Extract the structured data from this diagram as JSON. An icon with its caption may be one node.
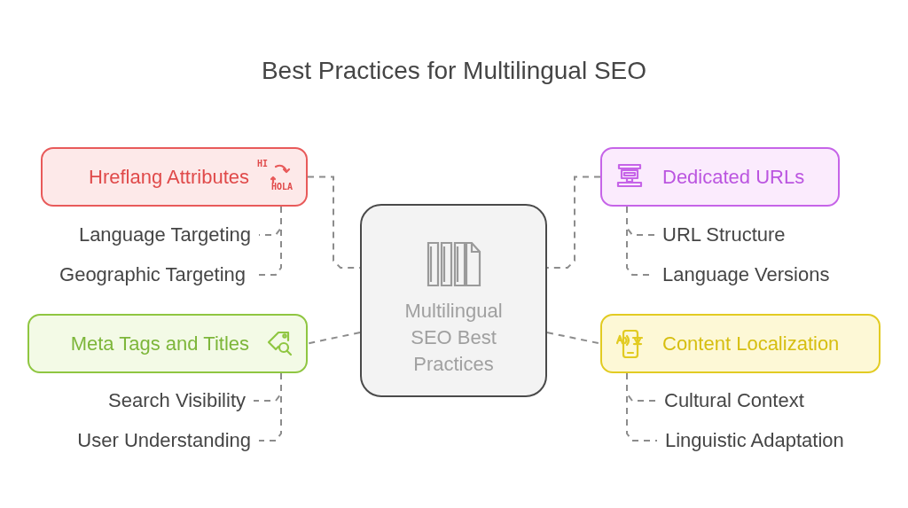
{
  "diagram": {
    "title": "Best Practices for Multilingual SEO",
    "nodes": [
      {
        "text": [
          "Multilingual SEO Best Practices"
        ]
      },
      {
        "text": [
          "Hreflang Attributes"
        ]
      },
      {
        "text": [
          "Language Targeting"
        ]
      },
      {
        "text": [
          "Geographic Targeting"
        ]
      },
      {
        "text": [
          "Meta Tags and Titles"
        ]
      },
      {
        "text": [
          "Search Visibility"
        ]
      },
      {
        "text": [
          "User Understanding"
        ]
      },
      {
        "text": [
          "Dedicated URLs"
        ]
      },
      {
        "text": [
          "URL Structure"
        ]
      },
      {
        "text": [
          "Language Versions"
        ]
      },
      {
        "text": [
          "Content Localization"
        ]
      },
      {
        "text": [
          "Cultural Context"
        ]
      },
      {
        "text": [
          "Linguistic Adaptation"
        ]
      }
    ],
    "edges": [
      {
        "from": 0,
        "to": 1,
        "arrow": "none",
        "style": "dashed"
      },
      {
        "from": 1,
        "to": 2,
        "arrow": "none",
        "style": "dashed"
      },
      {
        "from": 1,
        "to": 3,
        "arrow": "none",
        "style": "dashed"
      },
      {
        "from": 0,
        "to": 4,
        "arrow": "none",
        "style": "dashed"
      },
      {
        "from": 4,
        "to": 5,
        "arrow": "none",
        "style": "dashed"
      },
      {
        "from": 4,
        "to": 6,
        "arrow": "none",
        "style": "dashed"
      },
      {
        "from": 0,
        "to": 7,
        "arrow": "none",
        "style": "dashed"
      },
      {
        "from": 7,
        "to": 8,
        "arrow": "none",
        "style": "dashed"
      },
      {
        "from": 7,
        "to": 9,
        "arrow": "none",
        "style": "dashed"
      },
      {
        "from": 0,
        "to": 10,
        "arrow": "none",
        "style": "dashed"
      },
      {
        "from": 10,
        "to": 11,
        "arrow": "none",
        "style": "dashed"
      },
      {
        "from": 10,
        "to": 12,
        "arrow": "none",
        "style": "dashed"
      }
    ],
    "labels": [
      "HI",
      "HOLA"
    ]
  }
}
